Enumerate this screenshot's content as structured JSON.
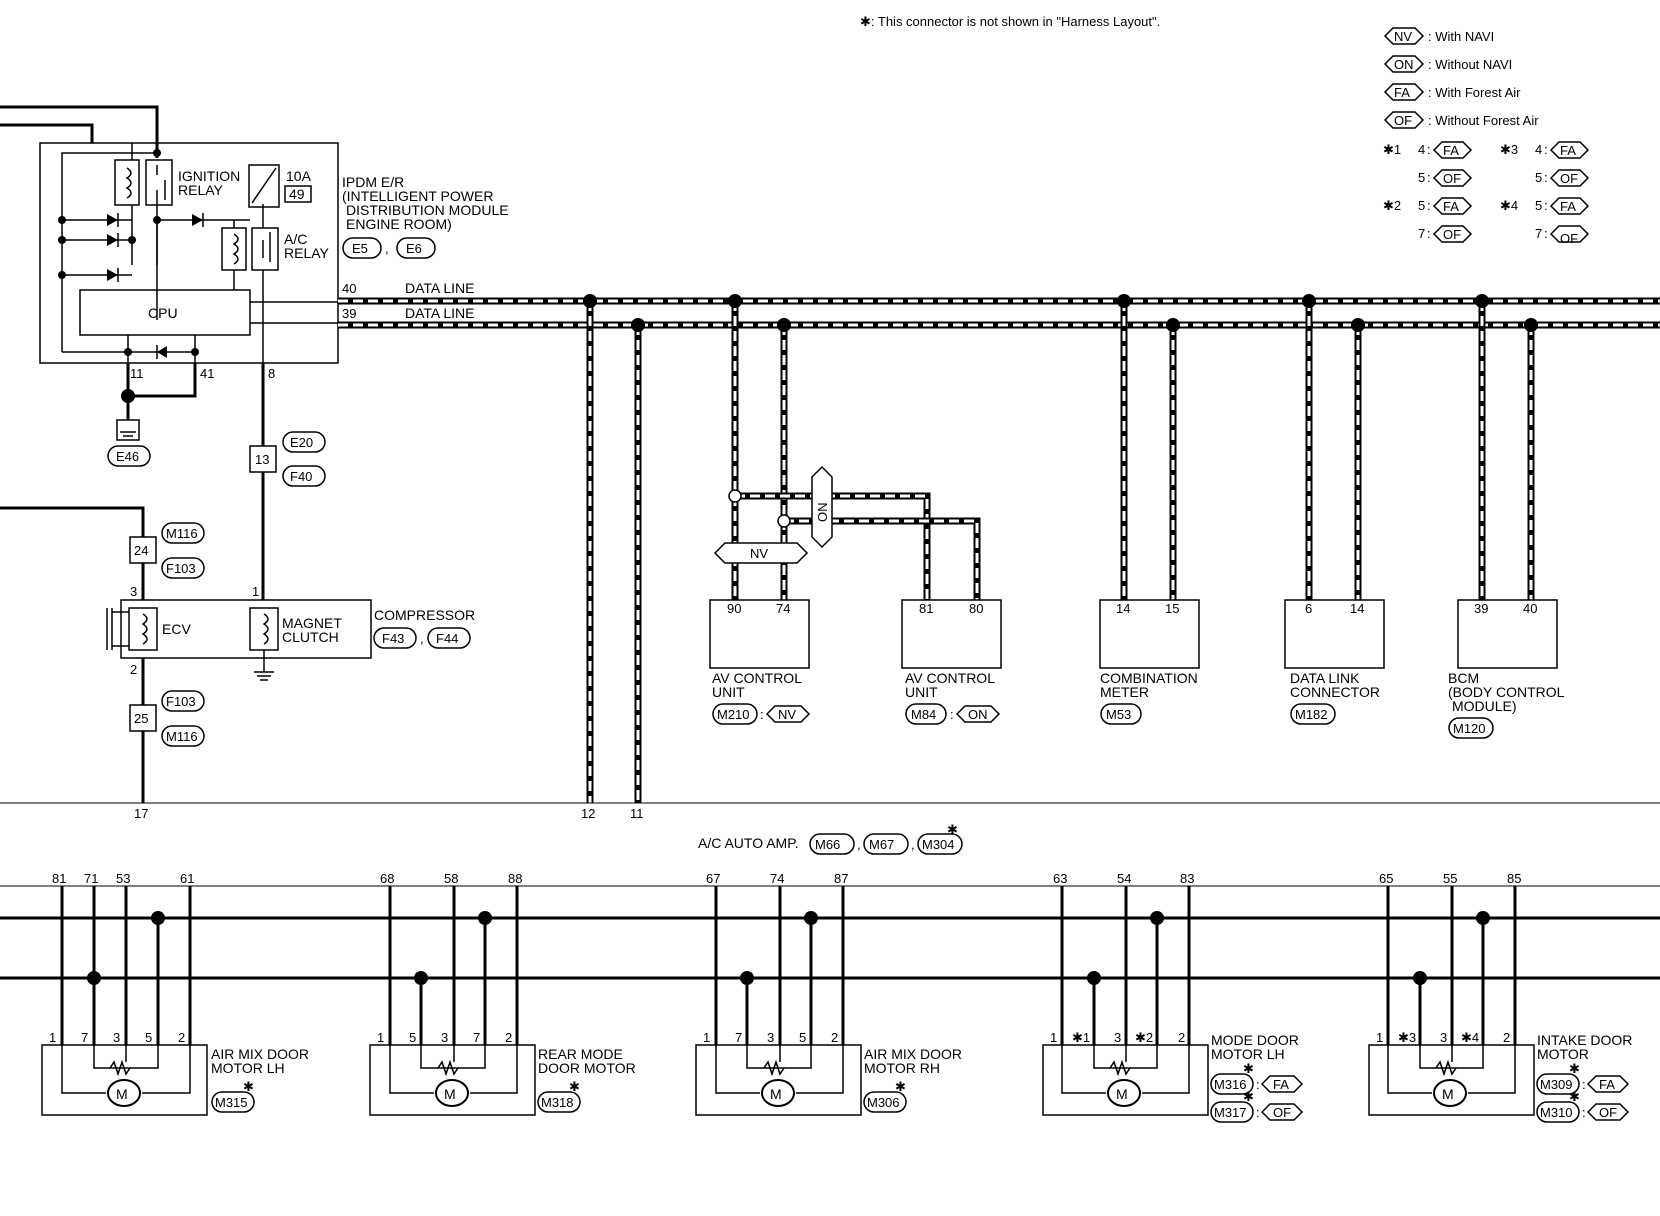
{
  "footnote": "✱: This connector is not shown in \"Harness Layout\".",
  "legend": [
    {
      "code": "NV",
      "text": ": With NAVI"
    },
    {
      "code": "ON",
      "text": ": Without NAVI"
    },
    {
      "code": "FA",
      "text": ": With Forest Air"
    },
    {
      "code": "OF",
      "text": ": Without Forest Air"
    }
  ],
  "star_notes": [
    {
      "mark": "✱1",
      "a_pin": "4",
      "a_code": "FA",
      "b_pin": "5",
      "b_code": "OF"
    },
    {
      "mark": "✱2",
      "a_pin": "5",
      "a_code": "FA",
      "b_pin": "7",
      "b_code": "OF"
    },
    {
      "mark": "✱3",
      "a_pin": "4",
      "a_code": "FA",
      "b_pin": "5",
      "b_code": "OF"
    },
    {
      "mark": "✱4",
      "a_pin": "5",
      "a_code": "FA",
      "b_pin": "7",
      "b_code": "OF"
    }
  ],
  "ipdm": {
    "ignition_relay": [
      "IGNITION",
      "RELAY"
    ],
    "fuse_amp": "10A",
    "fuse_no": "49",
    "ac_relay": [
      "A/C",
      "RELAY"
    ],
    "cpu": "CPU",
    "title": [
      "IPDM E/R",
      "(INTELLIGENT POWER",
      "DISTRIBUTION MODULE",
      "ENGINE ROOM)"
    ],
    "connectors": [
      "E5",
      "E6"
    ],
    "pin_11": "11",
    "pin_41": "41",
    "pin_8": "8",
    "pin_40": "40",
    "pin_39": "39",
    "data_line_40": "DATA LINE",
    "data_line_39": "DATA LINE"
  },
  "ground_connector": "E46",
  "joint_13": {
    "pin": "13",
    "top": "E20",
    "bottom": "F40"
  },
  "joint_24": {
    "pin": "24",
    "top": "M116",
    "bottom": "F103"
  },
  "joint_25": {
    "pin": "25",
    "top": "F103",
    "bottom": "M116"
  },
  "compressor": {
    "ecv": "ECV",
    "clutch": [
      "MAGNET",
      "CLUTCH"
    ],
    "title": "COMPRESSOR",
    "connectors": [
      "F43",
      "F44"
    ],
    "pin_3": "3",
    "pin_2": "2",
    "pin_1": "1"
  },
  "nav_markers": {
    "nv": "NV",
    "on": "ON"
  },
  "can_units": [
    {
      "pins": [
        "90",
        "74"
      ],
      "name": [
        "AV CONTROL",
        "UNIT"
      ],
      "connector": "M210",
      "option": "NV"
    },
    {
      "pins": [
        "81",
        "80"
      ],
      "name": [
        "AV CONTROL",
        "UNIT"
      ],
      "connector": "M84",
      "option": "ON"
    },
    {
      "pins": [
        "14",
        "15"
      ],
      "name": [
        "COMBINATION",
        "METER"
      ],
      "connector": "M53",
      "option": ""
    },
    {
      "pins": [
        "6",
        "14"
      ],
      "name": [
        "DATA LINK",
        "CONNECTOR"
      ],
      "connector": "M182",
      "option": ""
    },
    {
      "pins": [
        "39",
        "40"
      ],
      "name": [
        "BCM",
        "(BODY CONTROL",
        "MODULE)"
      ],
      "connector": "M120",
      "option": ""
    }
  ],
  "amp": {
    "label": "A/C AUTO AMP.",
    "connectors": [
      "M66",
      "M67",
      "M304"
    ],
    "top_pins": [
      "17",
      "12",
      "11"
    ]
  },
  "motors": [
    {
      "top_pins": [
        "81",
        "71",
        "53",
        "61"
      ],
      "bottom_pins": [
        "1",
        "7",
        "3",
        "5",
        "2"
      ],
      "name": [
        "AIR MIX DOOR",
        "MOTOR LH"
      ],
      "connectors": [
        {
          "code": "M315",
          "option": ""
        }
      ]
    },
    {
      "top_pins": [
        "68",
        "58",
        "88"
      ],
      "bottom_pins": [
        "1",
        "5",
        "3",
        "7",
        "2"
      ],
      "name": [
        "REAR MODE",
        "DOOR MOTOR"
      ],
      "connectors": [
        {
          "code": "M318",
          "option": ""
        }
      ]
    },
    {
      "top_pins": [
        "67",
        "74",
        "87"
      ],
      "bottom_pins": [
        "1",
        "7",
        "3",
        "5",
        "2"
      ],
      "name": [
        "AIR MIX DOOR",
        "MOTOR RH"
      ],
      "connectors": [
        {
          "code": "M306",
          "option": ""
        }
      ]
    },
    {
      "top_pins": [
        "63",
        "54",
        "83"
      ],
      "bottom_pins": [
        "1",
        "✱1",
        "3",
        "✱2",
        "2"
      ],
      "name": [
        "MODE DOOR",
        "MOTOR LH"
      ],
      "connectors": [
        {
          "code": "M316",
          "option": "FA"
        },
        {
          "code": "M317",
          "option": "OF"
        }
      ]
    },
    {
      "top_pins": [
        "65",
        "55",
        "85"
      ],
      "bottom_pins": [
        "1",
        "✱3",
        "3",
        "✱4",
        "2"
      ],
      "name": [
        "INTAKE DOOR",
        "MOTOR"
      ],
      "connectors": [
        {
          "code": "M309",
          "option": "FA"
        },
        {
          "code": "M310",
          "option": "OF"
        }
      ]
    }
  ],
  "star": "✱"
}
